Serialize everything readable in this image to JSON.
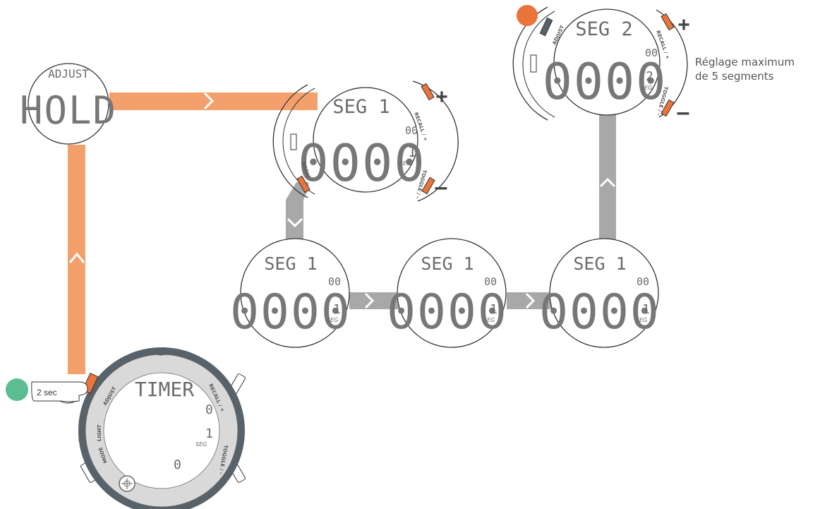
{
  "colors": {
    "orange_path": "#f3a06c",
    "gray_path": "#a8a8a8",
    "orange_button": "#e9753a",
    "green_dot": "#5cbd93",
    "bezel": "#58626b",
    "ring": "#d9d9d9"
  },
  "hold_watch": {
    "top": "ADJUST",
    "main": "HOLD"
  },
  "seg1_adjust": {
    "seg": "SEG 1",
    "time": "0000",
    "sup": "00",
    "num": "1",
    "seg_small": "SEG",
    "recall": "RECALL / +",
    "toggle": "TOGGLE / –",
    "mode": "MODE",
    "plus": "+",
    "minus": "–"
  },
  "seg_row": [
    {
      "seg": "SEG 1",
      "time": "0000",
      "sup": "00",
      "num": "1",
      "seg_small": "SEG"
    },
    {
      "seg": "SEG 1",
      "time": "0000",
      "sup": "00",
      "num": "1",
      "seg_small": "SEG"
    },
    {
      "seg": "SEG 1",
      "time": "0000",
      "sup": "00",
      "num": "1",
      "seg_small": "SEG"
    }
  ],
  "seg2_watch": {
    "seg": "SEG 2",
    "time": "0000",
    "sup": "00",
    "num": "2",
    "seg_small": "SEG",
    "adjust": "ADJUST",
    "recall": "RECALL / +",
    "toggle": "TOGGLE / –",
    "plus": "+",
    "minus": "–"
  },
  "note": {
    "line1": "Réglage maximum",
    "line2": "de 5 segments"
  },
  "timer_watch": {
    "main": "TIMER",
    "val1": "0",
    "num": "1",
    "seg_small": "SEG",
    "val2": "0",
    "adjust": "ADJUST",
    "light": "LIGHT",
    "mode": "MODE",
    "recall": "RECALL / +",
    "toggle": "TOGGLE / –"
  },
  "press_label": "2 sec"
}
